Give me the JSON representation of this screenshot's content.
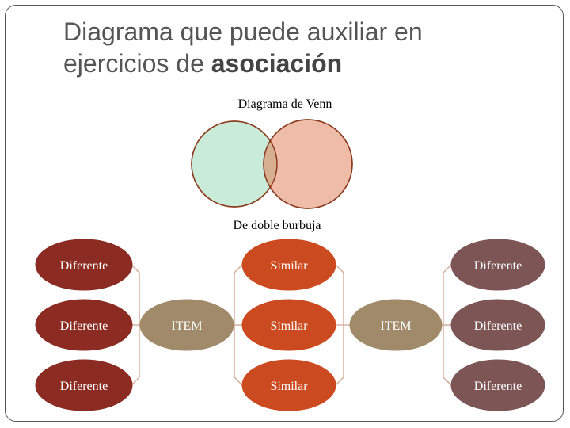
{
  "slide": {
    "title_line1": "Diagrama que puede auxiliar en",
    "title_line2_plain": "ejercicios de ",
    "title_line2_bold": "asociación"
  },
  "venn": {
    "label": "Diagrama de Venn",
    "colors": {
      "left": "#c8ecd9",
      "right": "#efbcaa",
      "overlap": "#d6af8f",
      "stroke": "#8b3a1c"
    }
  },
  "bubble": {
    "label": "De doble burbuja",
    "left_column": [
      "Diferente",
      "Diferente",
      "Diferente"
    ],
    "center_column": [
      "Similar",
      "Similar",
      "Similar"
    ],
    "right_column": [
      "Diferente",
      "Diferente",
      "Diferente"
    ],
    "item_left": "ITEM",
    "item_right": "ITEM",
    "colors": {
      "left": "#8b2b22",
      "center": "#cc4a1f",
      "right": "#7d5555",
      "item": "#a08a6a",
      "connector": "#d2a58f"
    }
  }
}
